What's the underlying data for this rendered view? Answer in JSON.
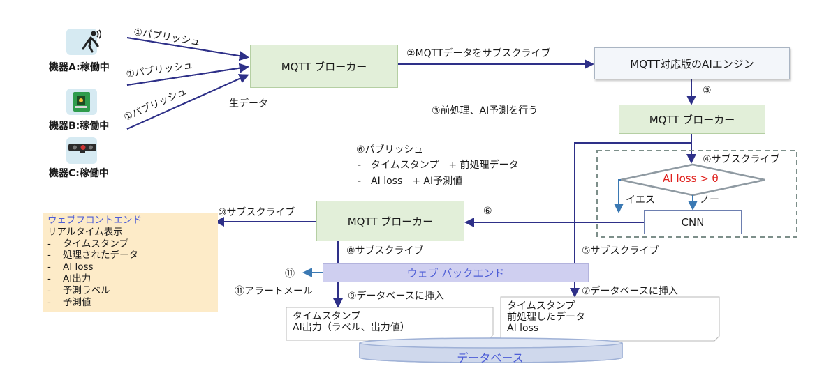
{
  "devices": {
    "a_label": "機器A:稼働中",
    "b_label": "機器B:稼働中",
    "c_label": "機器C:稼働中"
  },
  "publish_labels": [
    "①パブリッシュ",
    "①パブリッシュ",
    "①パブリッシュ"
  ],
  "raw_data_label": "生データ",
  "broker_main": "MQTT ブローカー",
  "subscribe2_label": "②MQTTデータをサブスクライブ",
  "ai_engine": "MQTT対応版のAIエンジン",
  "step3_marker": "③",
  "step3_label": "③前処理、AI予測を行う",
  "broker_engine": "MQTT ブローカー",
  "step4_label": "④サブスクライブ",
  "decision": "AI loss > θ",
  "yes_label": "イエス",
  "no_label": "ノー",
  "cnn": "CNN",
  "step6_block": {
    "title": "⑥パブリッシュ",
    "line1": "-　タイムスタンプ　+ 前処理データ",
    "line2": "-　AI loss　+ AI予測値"
  },
  "step6_marker": "⑥",
  "broker_bottom": "MQTT ブローカー",
  "step10_label": "⑩サブスクライブ",
  "frontend": {
    "title": "ウェブフロントエンド",
    "subtitle": "リアルタイム表示",
    "items": [
      "タイムスタンプ",
      "処理されたデータ",
      "AI loss",
      "AI出力",
      "予測ラベル",
      "予測値"
    ]
  },
  "step8_label": "⑧サブスクライブ",
  "step5_label": "⑤サブスクライブ",
  "step11_marker": "⑪",
  "backend": "ウェブ バックエンド",
  "step11_label": "⑪アラートメール",
  "step9_label": "⑨データベースに挿入",
  "step7_label": "⑦データベースに挿入",
  "doc_left": [
    "タイムスタンプ",
    "AI出力（ラベル、出力値）"
  ],
  "doc_right": [
    "タイムスタンプ",
    "前処理したデータ",
    "AI loss"
  ],
  "database": "データベース",
  "colors": {
    "arrow": "#2e3088",
    "decision_text": "#e0201c",
    "decision_border": "#8f9aa2",
    "dashed_border": "#7d8f8a",
    "yes_no_arrow": "#3b79b3",
    "alert_arrow": "#3b79b3",
    "title_blue": "#4d5dd6"
  }
}
